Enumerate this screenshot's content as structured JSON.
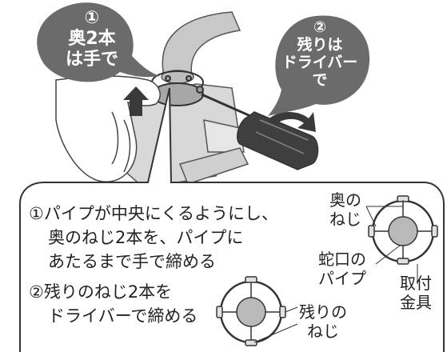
{
  "callouts": {
    "hand": {
      "num": "①",
      "line1": "奥2本",
      "line2": "は手で"
    },
    "driver": {
      "num": "②",
      "line1": "残りは",
      "line2": "ドライバー",
      "line3": "で"
    }
  },
  "instructions": {
    "step1_line1": "①パイプが中央にくるようにし、",
    "step1_line2": "奥のねじ2本を、パイプに",
    "step1_line3": "あたるまで手で締める",
    "step2_line1": "②残りのねじ2本を",
    "step2_line2": "ドライバーで締める"
  },
  "labels": {
    "back_screws_l1": "奥の",
    "back_screws_l2": "ねじ",
    "faucet_pipe_l1": "蛇口の",
    "faucet_pipe_l2": "パイプ",
    "bracket_l1": "取付",
    "bracket_l2": "金具",
    "remaining_l1": "残りの",
    "remaining_l2": "ねじ"
  },
  "colors": {
    "callout_gray": "#6b6b6b",
    "panel_border": "#333333",
    "pipe_gray": "#b9b9b9",
    "dark": "#3a3a3a"
  },
  "icons": [
    "hand-illustration",
    "screwdriver-icon",
    "up-arrow-icon",
    "rotate-arrow-icon",
    "bracket-diagram-icon"
  ]
}
